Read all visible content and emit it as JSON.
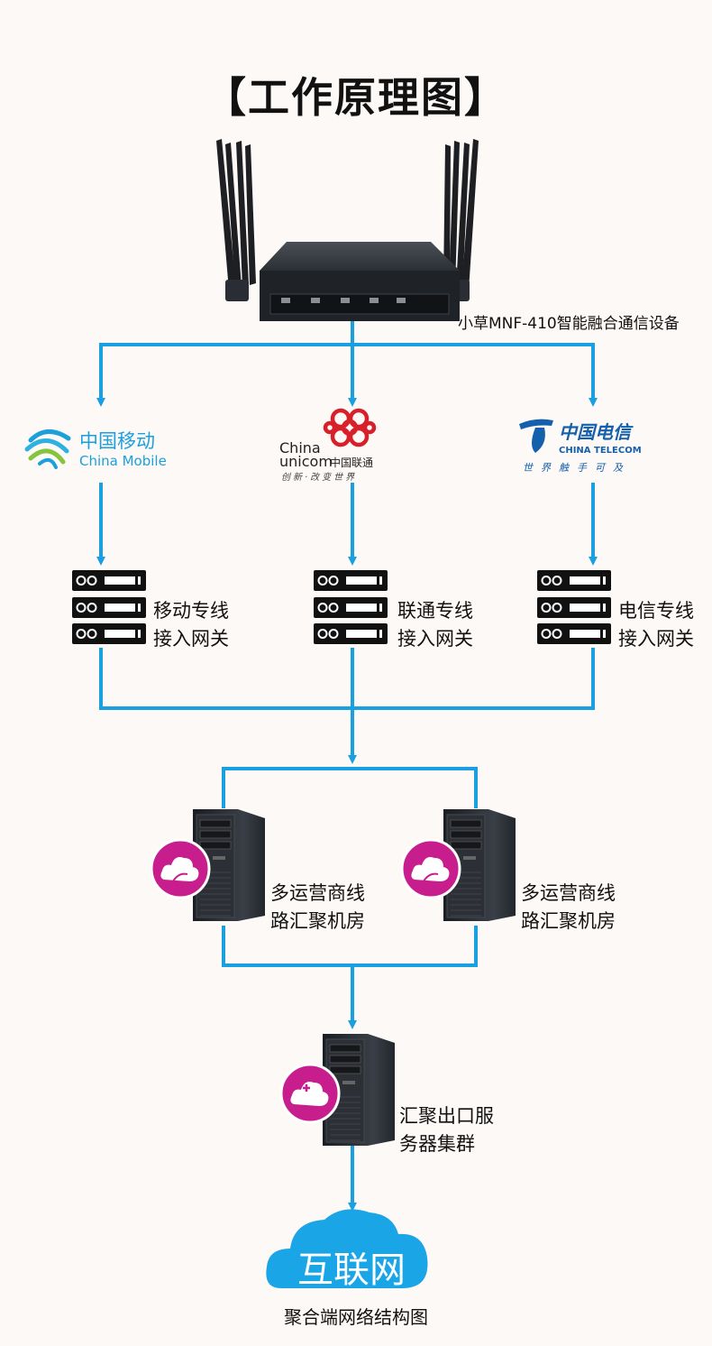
{
  "title": "【工作原理图】",
  "device": {
    "label": "小草MNF-410智能融合通信设备"
  },
  "carriers": [
    {
      "cn": "中国移动",
      "en": "China Mobile",
      "color": "#1ba0dc"
    },
    {
      "en1": "China",
      "en2": "unicom",
      "cn": "中国联通",
      "slogan": "创新·改变世界",
      "color": "#d8202a"
    },
    {
      "cn": "中国电信",
      "en": "CHINA TELECOM",
      "slogan": "世界触手可及",
      "color": "#1560ad"
    }
  ],
  "gateways": [
    {
      "line1": "移动专线",
      "line2": "接入网关"
    },
    {
      "line1": "联通专线",
      "line2": "接入网关"
    },
    {
      "line1": "电信专线",
      "line2": "接入网关"
    }
  ],
  "rooms": [
    {
      "line1": "多运营商线",
      "line2": "路汇聚机房"
    },
    {
      "line1": "多运营商线",
      "line2": "路汇聚机房"
    }
  ],
  "cluster": {
    "line1": "汇聚出口服",
    "line2": "务器集群"
  },
  "internet": {
    "label": "互联网"
  },
  "caption": "聚合端网络结构图",
  "colors": {
    "line": "#1aa0e0",
    "badge": "#c81d8d",
    "server": "#111111"
  }
}
